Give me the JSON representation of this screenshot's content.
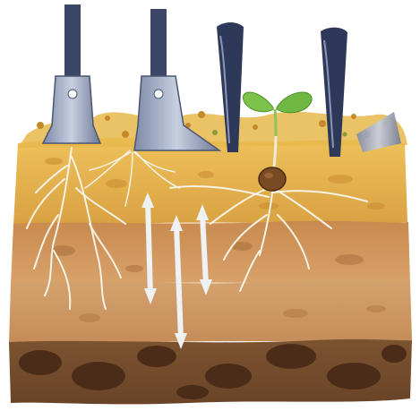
{
  "scene": {
    "subject": "soil-profile-illustration",
    "elements": {
      "tools": [
        "chisel-shank",
        "chisel-shank",
        "disc-coulter",
        "disc-coulter"
      ],
      "seedling": "sprouting-seed",
      "arrows": "vertical-water-movement"
    },
    "colors": {
      "topsoil": "#e2b24a",
      "residue": "#d9a53a",
      "middle_soil": "#c98f52",
      "lower_soil": "#c68e5c",
      "subsoil": "#6f4a2c",
      "dark_clods": "#4a2c18",
      "shank": "#3c4768",
      "seedling_leaf": "#7cc24a",
      "root": "#f7f2e6"
    }
  }
}
